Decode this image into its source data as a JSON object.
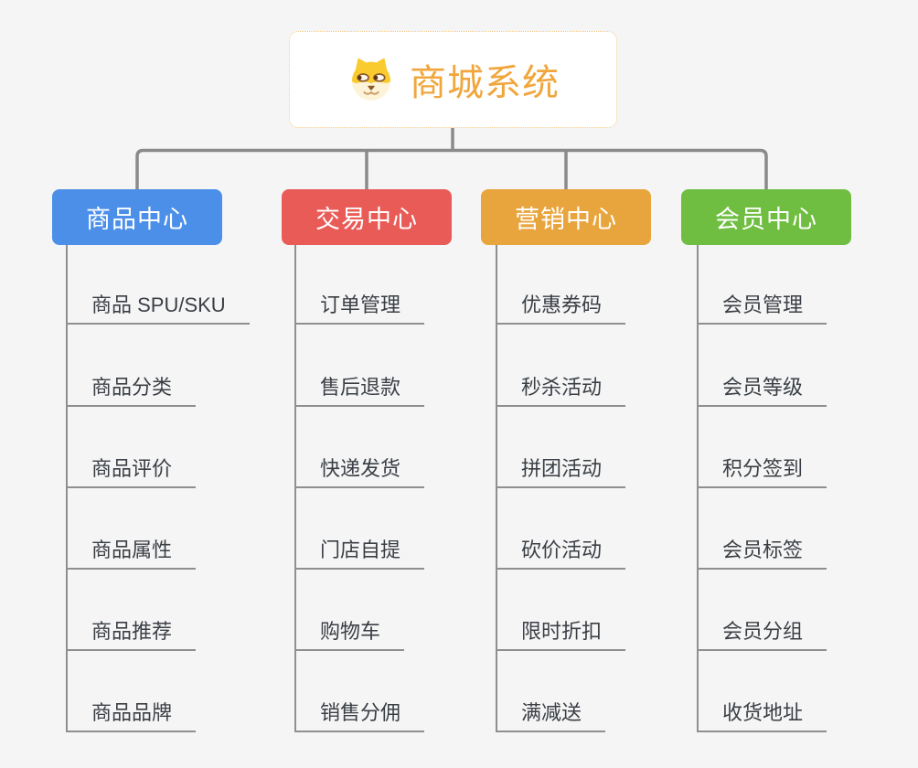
{
  "root": {
    "title": "商城系统",
    "title_color": "#F0A63C",
    "border_color": "#F3C983",
    "icon": "shiba-dog-face-icon"
  },
  "branches": [
    {
      "id": "product-center",
      "label": "商品中心",
      "color": "#4B8FE9",
      "items": [
        "商品 SPU/SKU",
        "商品分类",
        "商品评价",
        "商品属性",
        "商品推荐",
        "商品品牌"
      ]
    },
    {
      "id": "trade-center",
      "label": "交易中心",
      "color": "#E95B57",
      "items": [
        "订单管理",
        "售后退款",
        "快递发货",
        "门店自提",
        "购物车",
        "销售分佣"
      ]
    },
    {
      "id": "marketing-center",
      "label": "营销中心",
      "color": "#E9A53D",
      "items": [
        "优惠券码",
        "秒杀活动",
        "拼团活动",
        "砍价活动",
        "限时折扣",
        "满减送"
      ]
    },
    {
      "id": "member-center",
      "label": "会员中心",
      "color": "#6FBE42",
      "items": [
        "会员管理",
        "会员等级",
        "积分签到",
        "会员标签",
        "会员分组",
        "收货地址"
      ]
    }
  ],
  "colors": {
    "background": "#F5F5F5",
    "connector_line": "#8A8A8A",
    "leaf_line": "#8F8F8F",
    "leaf_text": "#3A3F45"
  }
}
